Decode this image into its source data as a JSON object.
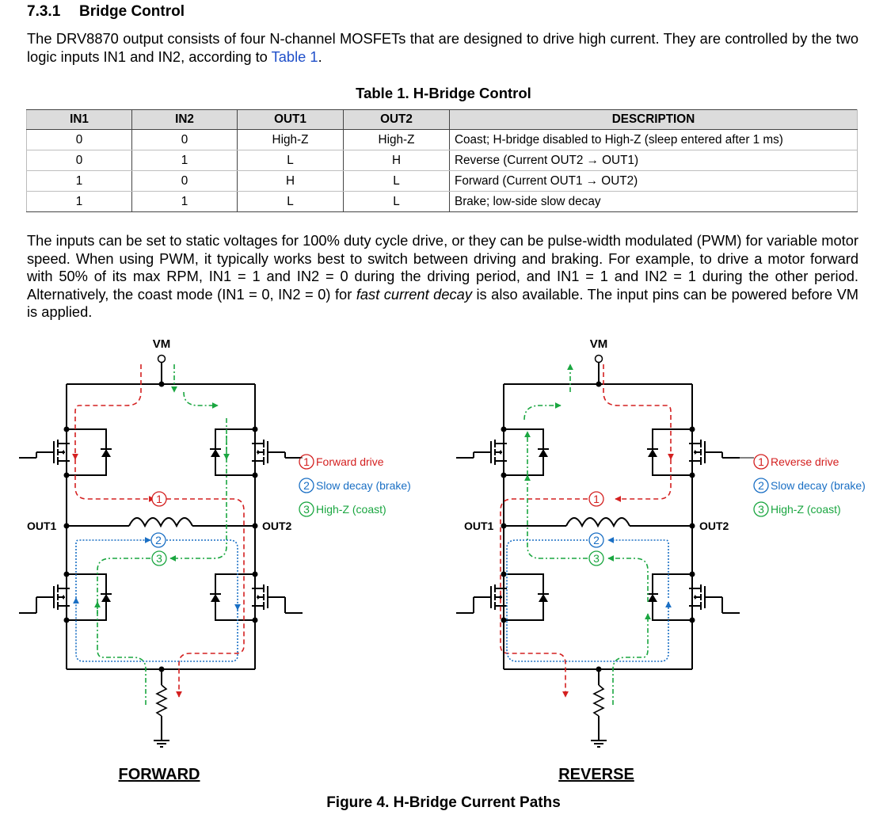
{
  "section": {
    "number": "7.3.1",
    "title": "Bridge Control"
  },
  "intro": {
    "before_link": "The DRV8870 output consists of four N-channel MOSFETs that are designed to drive high current. They are controlled by the two logic inputs IN1 and IN2, according to ",
    "link_text": "Table 1",
    "after_link": "."
  },
  "table": {
    "title": "Table 1. H-Bridge Control",
    "headers": [
      "IN1",
      "IN2",
      "OUT1",
      "OUT2",
      "DESCRIPTION"
    ],
    "rows": [
      [
        "0",
        "0",
        "High-Z",
        "High-Z",
        "Coast; H-bridge disabled to High-Z (sleep entered after 1 ms)"
      ],
      [
        "0",
        "1",
        "L",
        "H",
        "Reverse (Current OUT2 → OUT1)"
      ],
      [
        "1",
        "0",
        "H",
        "L",
        "Forward (Current OUT1 → OUT2)"
      ],
      [
        "1",
        "1",
        "L",
        "L",
        "Brake; low-side slow decay"
      ]
    ]
  },
  "pwm_paragraph": {
    "part1": "The inputs can be set to static voltages for 100% duty cycle drive, or they can be pulse-width modulated (PWM) for variable motor speed. When using PWM, it typically works best to switch between driving and braking. For example, to drive a motor forward with 50% of its max RPM, IN1 = 1 and IN2 = 0 during the driving period, and IN1 = 1 and IN2 = 1 during the other period. Alternatively, the coast mode (IN1 = 0, IN2 = 0) for ",
    "italic": "fast current decay",
    "part2": " is also available. The input pins can be powered before VM is applied."
  },
  "figure": {
    "colors": {
      "drive": "#d42020",
      "brake": "#1a6fc4",
      "coast": "#1aa640",
      "wire": "#000000"
    },
    "forward": {
      "label": "FORWARD",
      "supply": "VM",
      "out_left": "OUT1",
      "out_right": "OUT2",
      "legend": [
        {
          "num": "1",
          "text": "Forward drive"
        },
        {
          "num": "2",
          "text": "Slow decay (brake)"
        },
        {
          "num": "3",
          "text": "High-Z (coast)"
        }
      ]
    },
    "reverse": {
      "label": "REVERSE",
      "supply": "VM",
      "out_left": "OUT1",
      "out_right": "OUT2",
      "legend": [
        {
          "num": "1",
          "text": "Reverse drive"
        },
        {
          "num": "2",
          "text": "Slow decay (brake)"
        },
        {
          "num": "3",
          "text": "High-Z (coast)"
        }
      ]
    },
    "caption": "Figure 4.  H-Bridge Current Paths"
  }
}
